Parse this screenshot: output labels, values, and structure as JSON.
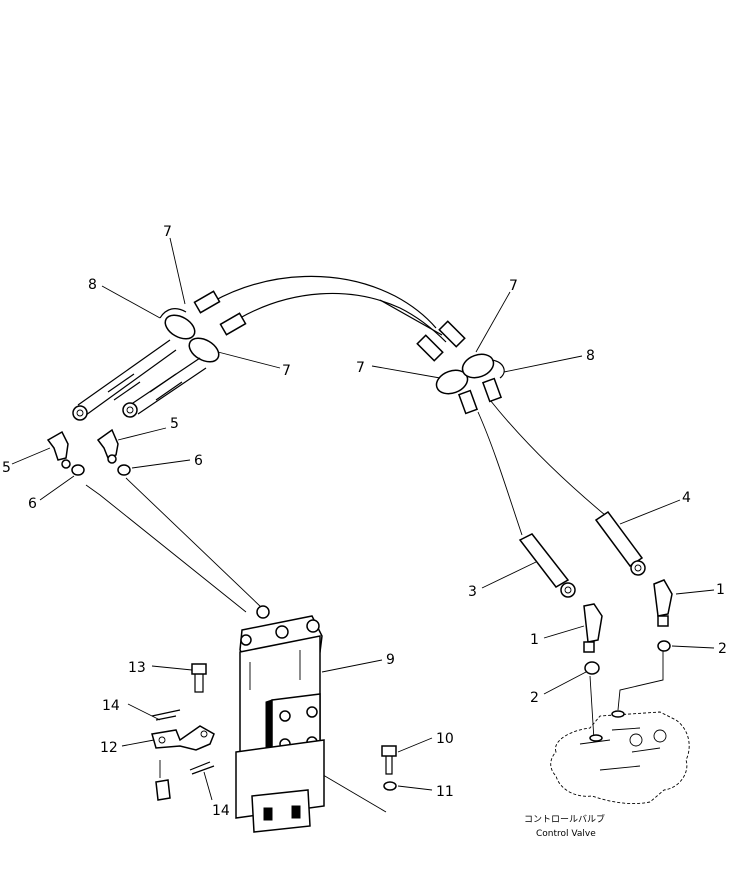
{
  "callouts": {
    "c1a": "1",
    "c1b": "1",
    "c2a": "2",
    "c2b": "2",
    "c3": "3",
    "c4": "4",
    "c5a": "5",
    "c5b": "5",
    "c6a": "6",
    "c6b": "6",
    "c7a": "7",
    "c7b": "7",
    "c7c": "7",
    "c7d": "7",
    "c8a": "8",
    "c8b": "8",
    "c9": "9",
    "c10": "10",
    "c11": "11",
    "c12": "12",
    "c13": "13",
    "c14a": "14",
    "c14b": "14"
  },
  "caption": {
    "japanese": "コントロールバルブ",
    "english": "Control Valve"
  }
}
